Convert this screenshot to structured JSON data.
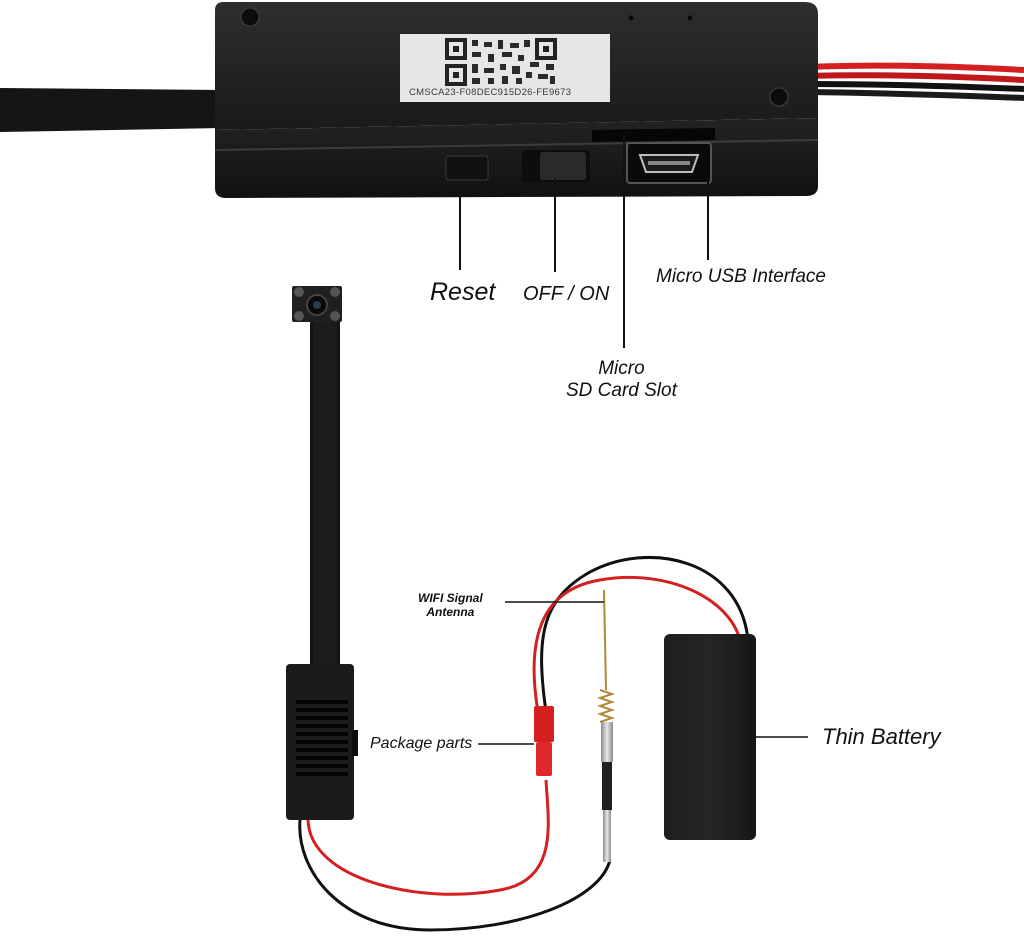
{
  "labels": {
    "reset": "Reset",
    "off_on": "OFF / ON",
    "micro_usb": "Micro USB Interface",
    "micro_sd_line1": "Micro",
    "micro_sd_line2": "SD Card Slot",
    "wifi_line1": "WIFI Signal",
    "wifi_line2": "Antenna",
    "package_parts": "Package parts",
    "thin_battery": "Thin Battery"
  },
  "device": {
    "qr_serial": "CMSCA23-F08DEC915D26-FE9673"
  },
  "colors": {
    "module_body": "#1c1c1c",
    "red_wire": "#d42020",
    "black_wire": "#101010",
    "label_sticker": "#e6e6e6",
    "antenna_gold": "#b08a3a"
  },
  "icons": [
    "qr-code-icon",
    "micro-usb-port-icon"
  ]
}
